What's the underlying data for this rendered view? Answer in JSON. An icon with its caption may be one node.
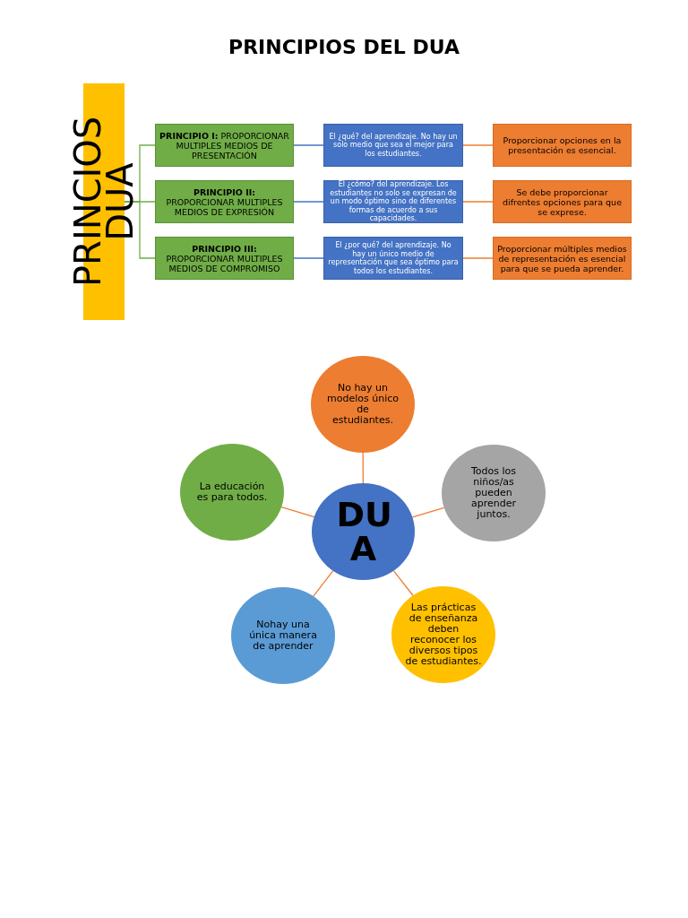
{
  "diagram": {
    "title": "PRINCIPIOS DEL DUA",
    "nodes": [
      {
        "text": [
          "PRINCIOS DUA"
        ]
      },
      {
        "text": [
          "**PRINCIPIO I:** PROPORCIONAR MULTIPLES MEDIOS DE PRESENTACIÓN"
        ]
      },
      {
        "text": [
          "**PRINCIPIO II:** PROPORCIONAR MULTIPLES MEDIOS DE EXPRESIÓN"
        ]
      },
      {
        "text": [
          "**PRINCIPIO III:** PROPORCIONAR MULTIPLES MEDIOS DE COMPROMISO"
        ]
      },
      {
        "text": [
          "El ¿qué? del aprendizaje. No hay un solo medio que sea el mejor para los estudiantes."
        ]
      },
      {
        "text": [
          "El ¿cómo? del aprendizaje. Los estudiantes no solo se expresan de un modo óptimo sino de diferentes formas de acuerdo a sus capacidades."
        ]
      },
      {
        "text": [
          "El ¿por qué? del aprendizaje. No hay un único medio de representación que sea óptimo para todos los estudiantes."
        ]
      },
      {
        "text": [
          "Proporcionar opciones en la presentación es esencial."
        ]
      },
      {
        "text": [
          "Se debe proporcionar difrentes opciones para que se exprese."
        ]
      },
      {
        "text": [
          "Proporcionar múltiples medios de representación es esencial para que se pueda aprender."
        ]
      },
      {
        "text": [
          "DU A"
        ]
      },
      {
        "text": [
          "No hay un modelos único de estudiantes."
        ]
      },
      {
        "text": [
          "Todos los niños/as pueden aprender juntos."
        ]
      },
      {
        "text": [
          "Las prácticas de enseñanza deben reconocer los diversos tipos de estudiantes."
        ]
      },
      {
        "text": [
          "Nohay una única manera de aprender"
        ]
      },
      {
        "text": [
          "La educación es para todos."
        ]
      }
    ],
    "edges": [
      {
        "from": 0,
        "to": 1,
        "arrow": "none",
        "color": "#70ad47"
      },
      {
        "from": 0,
        "to": 2,
        "arrow": "none",
        "color": "#70ad47"
      },
      {
        "from": 0,
        "to": 3,
        "arrow": "none",
        "color": "#70ad47"
      },
      {
        "from": 1,
        "to": 4,
        "arrow": "none",
        "color": "#4472c4"
      },
      {
        "from": 2,
        "to": 5,
        "arrow": "none",
        "color": "#4472c4"
      },
      {
        "from": 3,
        "to": 6,
        "arrow": "none",
        "color": "#4472c4"
      },
      {
        "from": 4,
        "to": 7,
        "arrow": "none"
      },
      {
        "from": 5,
        "to": 8,
        "arrow": "none"
      },
      {
        "from": 6,
        "to": 9,
        "arrow": "none"
      },
      {
        "from": 10,
        "to": 11,
        "arrow": "none"
      },
      {
        "from": 10,
        "to": 12,
        "arrow": "none"
      },
      {
        "from": 10,
        "to": 13,
        "arrow": "none"
      },
      {
        "from": 10,
        "to": 14,
        "arrow": "none"
      },
      {
        "from": 10,
        "to": 15,
        "arrow": "none"
      }
    ]
  }
}
